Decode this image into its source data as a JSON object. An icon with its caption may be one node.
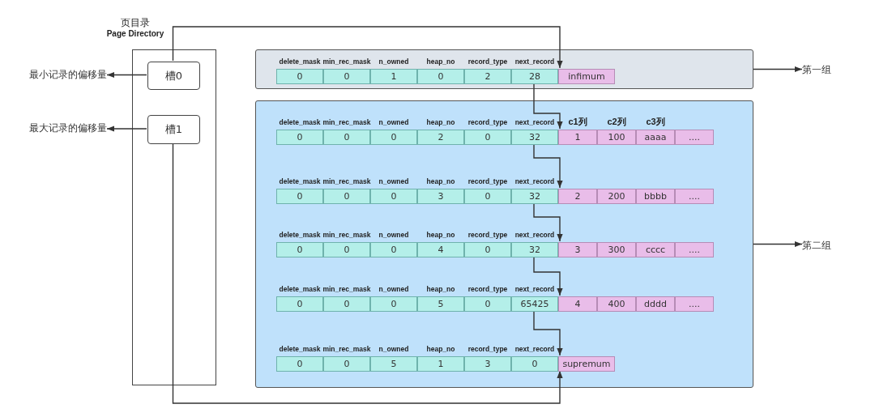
{
  "diagram": {
    "nodes": [
      {
        "text": [
          "页目录",
          "Page Directory"
        ]
      },
      {
        "text": [
          "槽0"
        ],
        "in": 0
      },
      {
        "text": [
          "槽1"
        ],
        "in": 0
      },
      {
        "text": [
          "最小记录的偏移量"
        ]
      },
      {
        "text": [
          "最大记录的偏移量"
        ]
      },
      {
        "text": [],
        "shape": "box"
      },
      {
        "text": [
          "0"
        ],
        "beside": [
          "delete_mask"
        ],
        "in": 5
      },
      {
        "text": [
          "0"
        ],
        "beside": [
          "min_rec_mask"
        ],
        "in": 5
      },
      {
        "text": [
          "1"
        ],
        "beside": [
          "n_owned"
        ],
        "in": 5
      },
      {
        "text": [
          "0"
        ],
        "beside": [
          "heap_no"
        ],
        "in": 5
      },
      {
        "text": [
          "2"
        ],
        "beside": [
          "record_type"
        ],
        "in": 5
      },
      {
        "text": [
          "28"
        ],
        "beside": [
          "next_record"
        ],
        "in": 5
      },
      {
        "text": [
          "infimum"
        ],
        "in": 5
      },
      {
        "text": [],
        "shape": "box"
      },
      {
        "text": [
          "0"
        ],
        "beside": [
          "delete_mask"
        ],
        "in": 13
      },
      {
        "text": [
          "0"
        ],
        "beside": [
          "min_rec_mask"
        ],
        "in": 13
      },
      {
        "text": [
          "0"
        ],
        "beside": [
          "n_owned"
        ],
        "in": 13
      },
      {
        "text": [
          "2"
        ],
        "beside": [
          "heap_no"
        ],
        "in": 13
      },
      {
        "text": [
          "0"
        ],
        "beside": [
          "record_type"
        ],
        "in": 13
      },
      {
        "text": [
          "32"
        ],
        "beside": [
          "next_record"
        ],
        "in": 13
      },
      {
        "text": [
          "1"
        ],
        "beside": [
          "c1列"
        ],
        "in": 13
      },
      {
        "text": [
          "100"
        ],
        "beside": [
          "c2列"
        ],
        "in": 13
      },
      {
        "text": [
          "aaaa"
        ],
        "beside": [
          "c3列"
        ],
        "in": 13
      },
      {
        "text": [
          "...."
        ],
        "in": 13
      },
      {
        "text": [
          "0"
        ],
        "beside": [
          "delete_mask"
        ],
        "in": 13
      },
      {
        "text": [
          "0"
        ],
        "beside": [
          "min_rec_mask"
        ],
        "in": 13
      },
      {
        "text": [
          "0"
        ],
        "beside": [
          "n_owned"
        ],
        "in": 13
      },
      {
        "text": [
          "3"
        ],
        "beside": [
          "heap_no"
        ],
        "in": 13
      },
      {
        "text": [
          "0"
        ],
        "beside": [
          "record_type"
        ],
        "in": 13
      },
      {
        "text": [
          "32"
        ],
        "beside": [
          "next_record"
        ],
        "in": 13
      },
      {
        "text": [
          "2"
        ],
        "in": 13
      },
      {
        "text": [
          "200"
        ],
        "in": 13
      },
      {
        "text": [
          "bbbb"
        ],
        "in": 13
      },
      {
        "text": [
          "...."
        ],
        "in": 13
      },
      {
        "text": [
          "0"
        ],
        "beside": [
          "delete_mask"
        ],
        "in": 13
      },
      {
        "text": [
          "0"
        ],
        "beside": [
          "min_rec_mask"
        ],
        "in": 13
      },
      {
        "text": [
          "0"
        ],
        "beside": [
          "n_owned"
        ],
        "in": 13
      },
      {
        "text": [
          "4"
        ],
        "beside": [
          "heap_no"
        ],
        "in": 13
      },
      {
        "text": [
          "0"
        ],
        "beside": [
          "record_type"
        ],
        "in": 13
      },
      {
        "text": [
          "32"
        ],
        "beside": [
          "next_record"
        ],
        "in": 13
      },
      {
        "text": [
          "3"
        ],
        "in": 13
      },
      {
        "text": [
          "300"
        ],
        "in": 13
      },
      {
        "text": [
          "cccc"
        ],
        "in": 13
      },
      {
        "text": [
          "...."
        ],
        "in": 13
      },
      {
        "text": [
          "0"
        ],
        "beside": [
          "delete_mask"
        ],
        "in": 13
      },
      {
        "text": [
          "0"
        ],
        "beside": [
          "min_rec_mask"
        ],
        "in": 13
      },
      {
        "text": [
          "0"
        ],
        "beside": [
          "n_owned"
        ],
        "in": 13
      },
      {
        "text": [
          "5"
        ],
        "beside": [
          "heap_no"
        ],
        "in": 13
      },
      {
        "text": [
          "0"
        ],
        "beside": [
          "record_type"
        ],
        "in": 13
      },
      {
        "text": [
          "65425"
        ],
        "beside": [
          "next_record"
        ],
        "in": 13
      },
      {
        "text": [
          "4"
        ],
        "in": 13
      },
      {
        "text": [
          "400"
        ],
        "in": 13
      },
      {
        "text": [
          "dddd"
        ],
        "in": 13
      },
      {
        "text": [
          "...."
        ],
        "in": 13
      },
      {
        "text": [
          "0"
        ],
        "beside": [
          "delete_mask"
        ],
        "in": 13
      },
      {
        "text": [
          "0"
        ],
        "beside": [
          "min_rec_mask"
        ],
        "in": 13
      },
      {
        "text": [
          "5"
        ],
        "beside": [
          "n_owned"
        ],
        "in": 13
      },
      {
        "text": [
          "1"
        ],
        "beside": [
          "heap_no"
        ],
        "in": 13
      },
      {
        "text": [
          "3"
        ],
        "beside": [
          "record_type"
        ],
        "in": 13
      },
      {
        "text": [
          "0"
        ],
        "beside": [
          "next_record"
        ],
        "in": 13
      },
      {
        "text": [
          "supremum"
        ],
        "in": 13
      },
      {
        "text": [
          "第一组"
        ]
      },
      {
        "text": [
          "第二组"
        ]
      }
    ],
    "edges": [
      {
        "from": 1,
        "to": 3,
        "arrow": "to"
      },
      {
        "from": 2,
        "to": 4,
        "arrow": "to"
      },
      {
        "from": 1,
        "to": 12,
        "arrow": "to"
      },
      {
        "from": 2,
        "to": 60,
        "arrow": "to"
      },
      {
        "from": 11,
        "to": 20,
        "arrow": "to"
      },
      {
        "from": 19,
        "to": 30,
        "arrow": "to"
      },
      {
        "from": 29,
        "to": 40,
        "arrow": "to"
      },
      {
        "from": 39,
        "to": 50,
        "arrow": "to"
      },
      {
        "from": 49,
        "to": 60,
        "arrow": "to"
      },
      {
        "from": 5,
        "to": 61,
        "arrow": "to"
      },
      {
        "from": 13,
        "to": 62,
        "arrow": "to"
      }
    ]
  }
}
